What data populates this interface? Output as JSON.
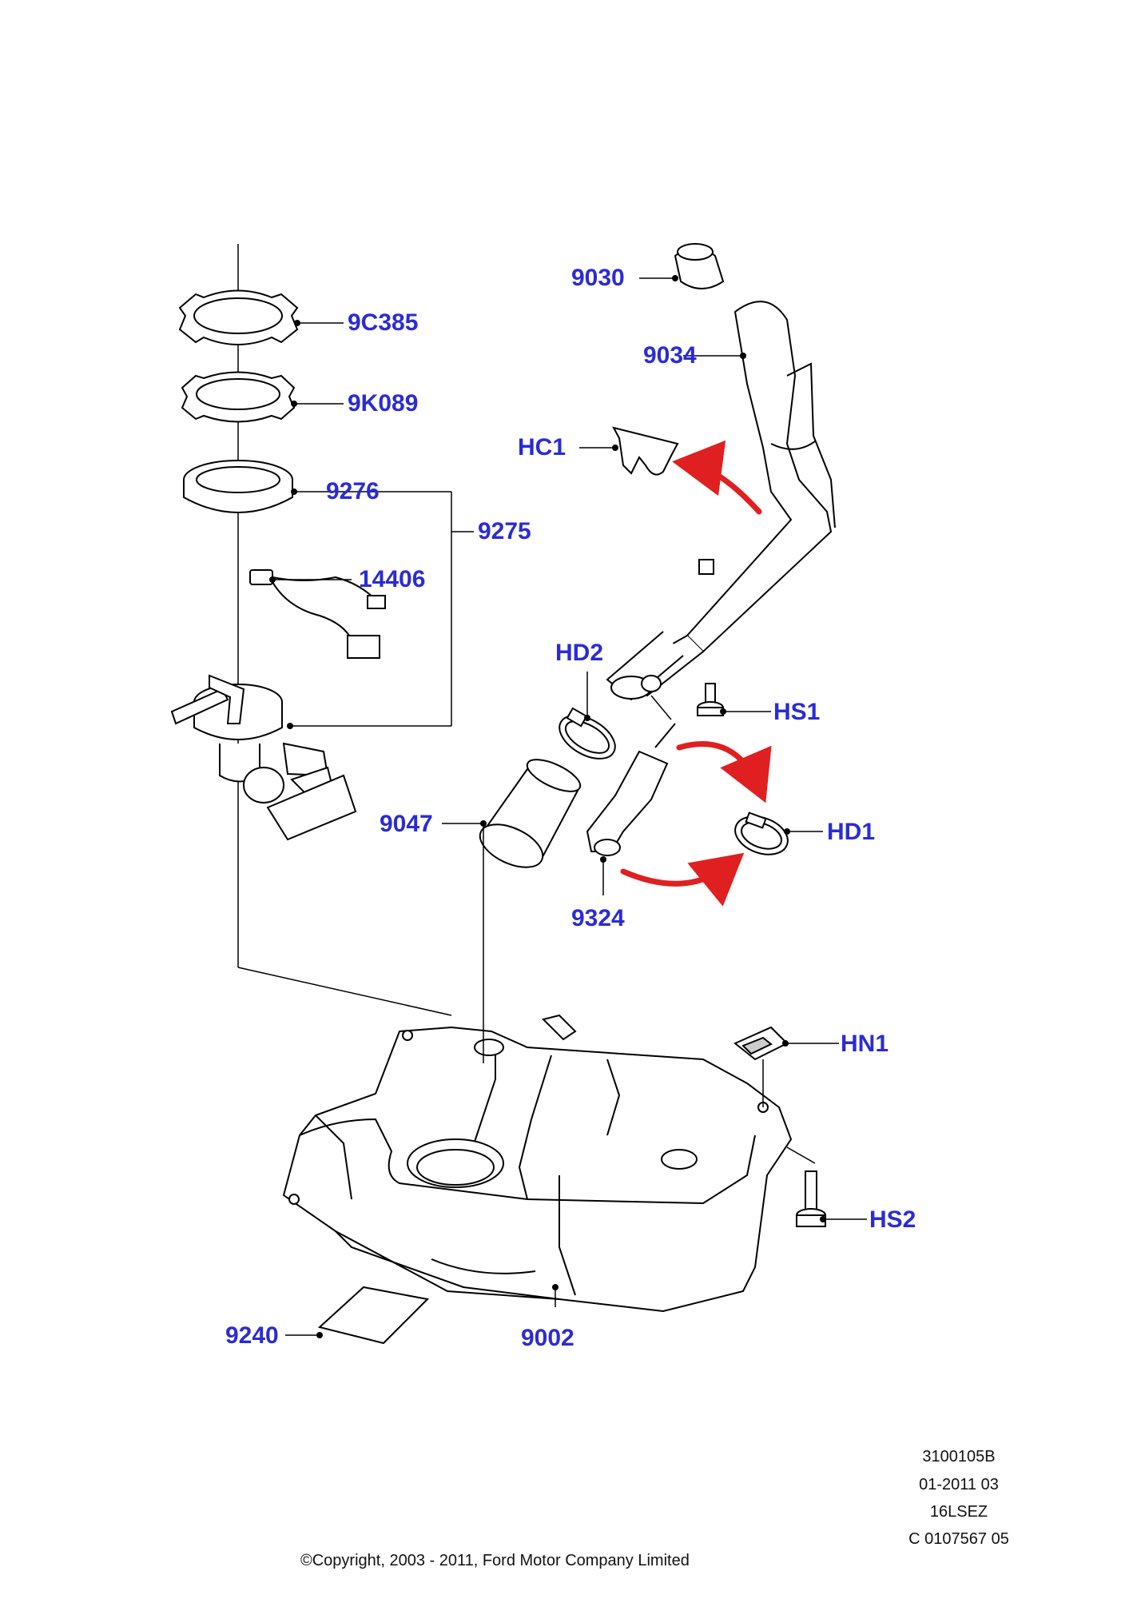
{
  "colors": {
    "label": "#2b2bd6",
    "arrow": "#e02020",
    "line": "#000000"
  },
  "labels": {
    "9C385": "9C385",
    "9K089": "9K089",
    "9276": "9276",
    "9275": "9275",
    "14406": "14406",
    "9030": "9030",
    "9034": "9034",
    "HC1": "HC1",
    "HD2": "HD2",
    "HS1": "HS1",
    "9047": "9047",
    "HD1": "HD1",
    "9324": "9324",
    "HN1": "HN1",
    "HS2": "HS2",
    "9240": "9240",
    "9002": "9002"
  },
  "info": {
    "code": "3100105B",
    "date": "01-2011 03",
    "model": "16LSEZ",
    "ref": "C 0107567 05",
    "copyright": "©Copyright, 2003 - 2011, Ford Motor Company Limited"
  }
}
